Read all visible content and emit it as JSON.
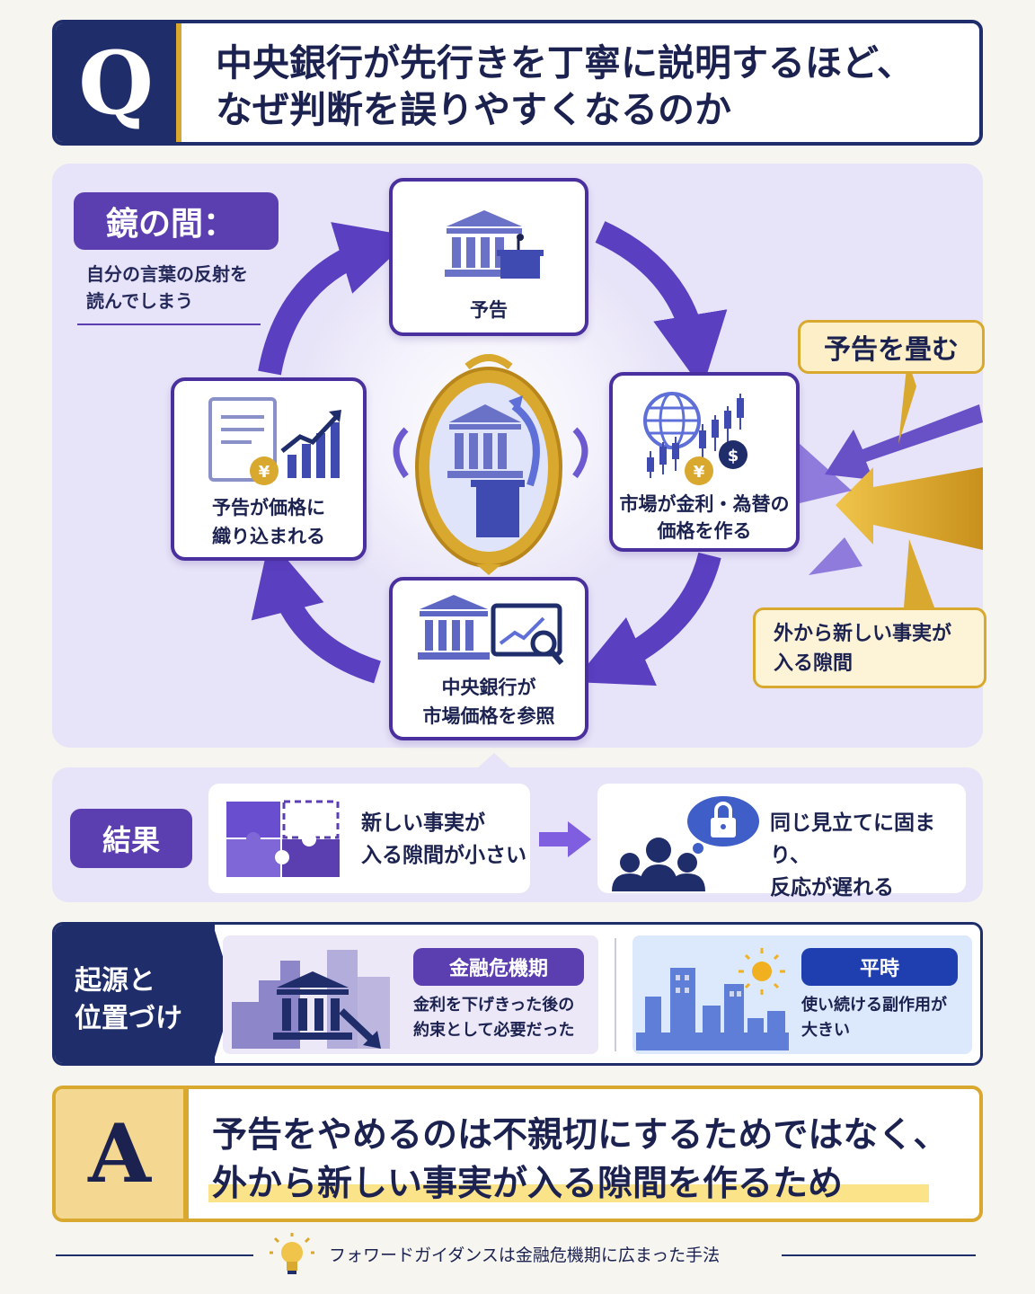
{
  "question": {
    "badge": "Q",
    "line1": "中央銀行が先行きを丁寧に説明するほど、",
    "line2": "なぜ判断を誤りやすくなるのか"
  },
  "mirror": {
    "title": "鏡の間：",
    "subtitle_line1": "自分の言葉の反射を",
    "subtitle_line2": "読んでしまう",
    "nodes": {
      "top": {
        "line1": "予告",
        "line2": ""
      },
      "right": {
        "line1": "市場が金利・為替の",
        "line2": "価格を作る"
      },
      "bottom": {
        "line1": "中央銀行が",
        "line2": "市場価格を参照"
      },
      "left": {
        "line1": "予告が価格に",
        "line2": "織り込まれる"
      }
    },
    "fold_callout": "予告を畳む",
    "gap_callout_line1": "外から新しい事実が",
    "gap_callout_line2": "入る隙間"
  },
  "result": {
    "label": "結果",
    "card1_line1": "新しい事実が",
    "card1_line2": "入る隙間が小さい",
    "card2_line1": "同じ見立てに固まり、",
    "card2_line2": "反応が遅れる"
  },
  "origin": {
    "label_line1": "起源と",
    "label_line2": "位置づけ",
    "crisis": {
      "pill": "金融危機期",
      "line1": "金利を下げきった後の",
      "line2": "約束として必要だった"
    },
    "normal": {
      "pill": "平時",
      "line1": "使い続ける副作用が",
      "line2": "大きい"
    }
  },
  "answer": {
    "badge": "A",
    "line1": "予告をやめるのは不親切にするためではなく、",
    "line2": "外から新しい事実が入る隙間を作るため"
  },
  "footer": "フォワードガイダンスは金融危機期に広まった手法",
  "colors": {
    "navy": "#1f2d6b",
    "purple": "#5b3fb0",
    "gold": "#d9a82e",
    "lavender": "#e7e3f8"
  }
}
